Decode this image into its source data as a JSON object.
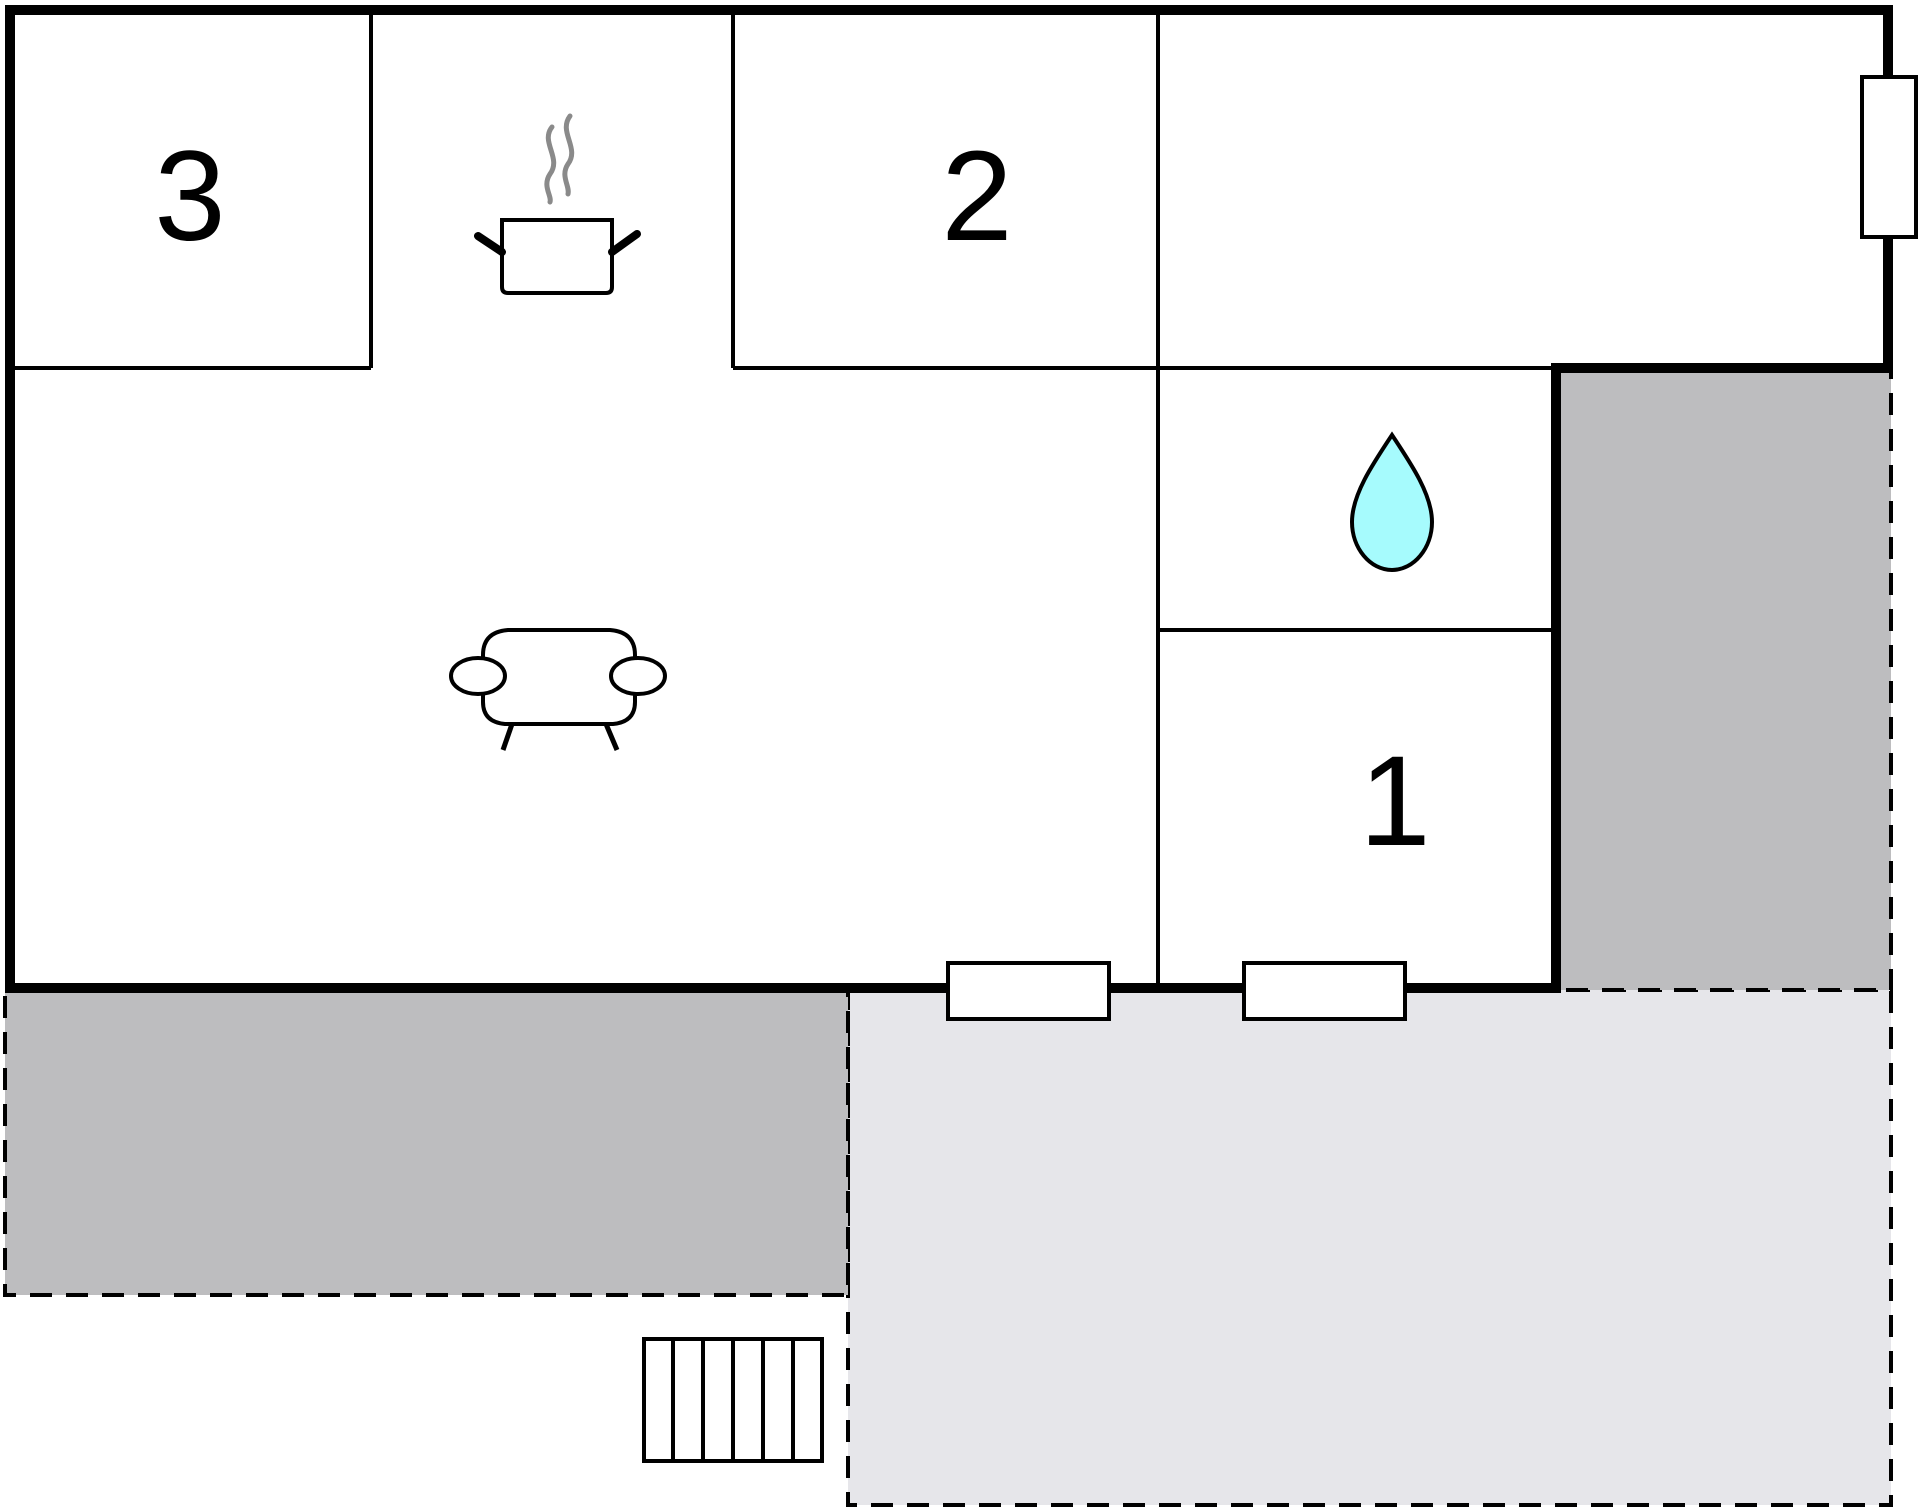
{
  "rooms": {
    "bedroom_3": {
      "label": "3"
    },
    "bedroom_2": {
      "label": "2"
    },
    "bedroom_1": {
      "label": "1"
    }
  },
  "icons": {
    "kitchen": "cooking-pot-icon",
    "living_room": "sofa-icon",
    "bathroom": "water-drop-icon",
    "stairs": "stairs-icon"
  },
  "colors": {
    "wall": "#000000",
    "covered_area": "#bdbdbf",
    "terrace": "#e6e6ea",
    "water_drop": "#a6fbfd",
    "steam": "#8a8a8a"
  }
}
